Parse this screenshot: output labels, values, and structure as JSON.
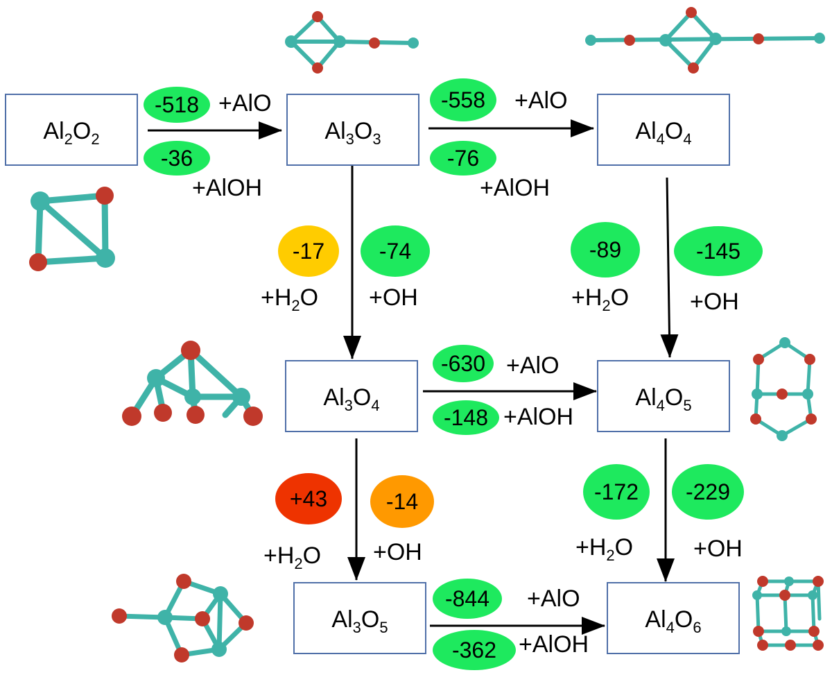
{
  "colors": {
    "favorable": "#1ee95e",
    "slight": "#ffcc00",
    "marginal": "#ff9900",
    "unfavorable": "#ee3300",
    "box_border": "#4f6fa8",
    "aluminum_atom": "#3fb3a8",
    "oxygen_atom": "#c0392b"
  },
  "nodes": {
    "al2o2": {
      "el1": "Al",
      "n1": "2",
      "el2": "O",
      "n2": "2"
    },
    "al3o3": {
      "el1": "Al",
      "n1": "3",
      "el2": "O",
      "n2": "3"
    },
    "al4o4": {
      "el1": "Al",
      "n1": "4",
      "el2": "O",
      "n2": "4"
    },
    "al3o4": {
      "el1": "Al",
      "n1": "3",
      "el2": "O",
      "n2": "4"
    },
    "al4o5": {
      "el1": "Al",
      "n1": "4",
      "el2": "O",
      "n2": "5"
    },
    "al3o5": {
      "el1": "Al",
      "n1": "3",
      "el2": "O",
      "n2": "5"
    },
    "al4o6": {
      "el1": "Al",
      "n1": "4",
      "el2": "O",
      "n2": "6"
    }
  },
  "energies": {
    "al2o2_al3o3_alo": "-518",
    "al2o2_al3o3_aloh": "-36",
    "al3o3_al4o4_alo": "-558",
    "al3o3_al4o4_aloh": "-76",
    "al3o3_al3o4_h2o": "-17",
    "al3o3_al3o4_oh": "-74",
    "al4o4_al4o5_h2o": "-89",
    "al4o4_al4o5_oh": "-145",
    "al3o4_al4o5_alo": "-630",
    "al3o4_al4o5_aloh": "-148",
    "al3o4_al3o5_h2o": "+43",
    "al3o4_al3o5_oh": "-14",
    "al4o5_al4o6_h2o": "-172",
    "al4o5_al4o6_oh": "-229",
    "al3o5_al4o6_alo": "-844",
    "al3o5_al4o6_aloh": "-362"
  },
  "labels": {
    "alo": "+AlO",
    "aloh": "+AlOH",
    "oh": "+OH",
    "h2o_plus_h": "+H",
    "h2o_sub": "2",
    "h2o_o": "O"
  }
}
